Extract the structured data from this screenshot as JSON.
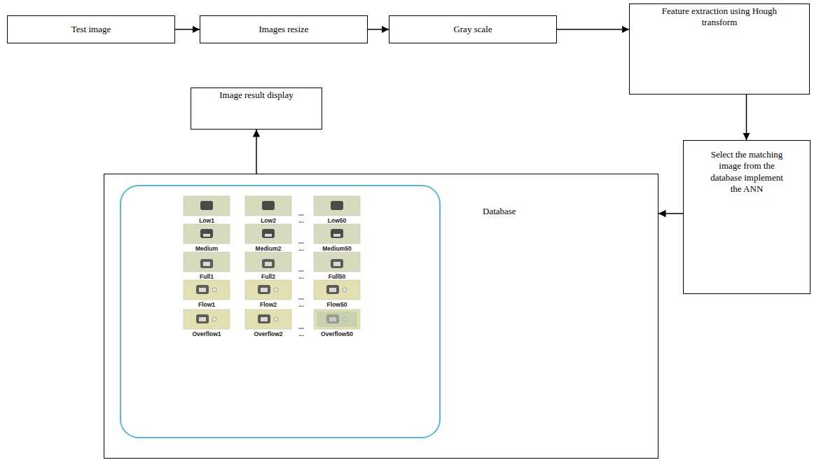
{
  "diagram": {
    "nodes": [
      {
        "text": [
          "Test image"
        ]
      },
      {
        "text": [
          "Images resize"
        ]
      },
      {
        "text": [
          "Gray scale"
        ]
      },
      {
        "text": [
          "Feature extraction using Hough transform"
        ]
      },
      {
        "text": [
          "Select the matching image from the database implement the ANN"
        ]
      },
      {
        "text": [
          "Database"
        ]
      },
      {
        "text": [
          "Image result display"
        ]
      }
    ],
    "edges": [
      {
        "from": 0,
        "to": 1,
        "arrow": "to"
      },
      {
        "from": 1,
        "to": 2,
        "arrow": "to"
      },
      {
        "from": 2,
        "to": 3,
        "arrow": "to"
      },
      {
        "from": 3,
        "to": 4,
        "arrow": "to"
      },
      {
        "from": 4,
        "to": 5,
        "arrow": "to"
      },
      {
        "from": 5,
        "to": 6,
        "arrow": "to"
      }
    ],
    "labels": [
      "Low1",
      "Low2",
      "...",
      "Low50",
      "Medium",
      "Medium2",
      "...",
      "Medium50",
      "Full1",
      "Full2",
      "...",
      "Full50",
      "Flow1",
      "Flow2",
      "...",
      "Flow50",
      "Overflow1",
      "Overflow2",
      "...",
      "Overflow50"
    ]
  }
}
